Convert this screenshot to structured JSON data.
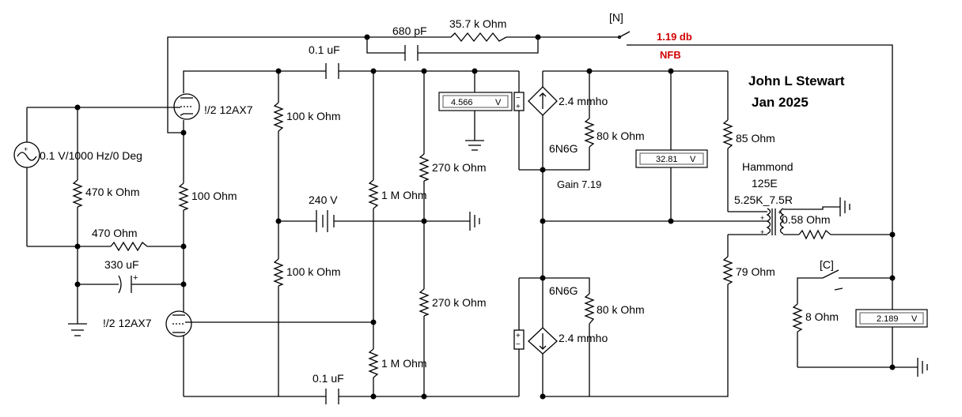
{
  "author": {
    "name": "John L Stewart",
    "date": "Jan 2025"
  },
  "nfb": {
    "switch_label": "[N]",
    "gain_db": "1.19 db",
    "label": "NFB",
    "color": "#d00000"
  },
  "components": {
    "c_680p": "680 pF",
    "r_35k7": "35.7 k Ohm",
    "c_top_01u": "0.1 uF",
    "c_bot_01u": "0.1 uF",
    "source": "0.1 V/1000 Hz/0 Deg",
    "r_470k": "470 k Ohm",
    "r_470": "470  Ohm",
    "r_100": "100  Ohm",
    "c_330u": "330 uF",
    "tube_top": "!/2 12AX7",
    "tube_bot": "!/2 12AX7",
    "r_100k_top": "100 k Ohm",
    "r_100k_bot": "100 k Ohm",
    "battery": "240 V",
    "r_1m_top": "1 M Ohm",
    "r_1m_bot": "1 M Ohm",
    "r_270k_top": "270 k Ohm",
    "r_270k_bot": "270 k Ohm",
    "gm_top": "2.4 mmho",
    "gm_bot": "2.4 mmho",
    "tube_6n6g_top": "6N6G",
    "tube_6n6g_bot": "6N6G",
    "r_80k_top": "80 k Ohm",
    "r_80k_bot": "80 k Ohm",
    "gain": "Gain  7.19",
    "r_85": "85  Ohm",
    "r_79": "79  Ohm",
    "xfmr_make": "Hammond",
    "xfmr_model": "125E",
    "xfmr_ratio": "5.25K_7.5R",
    "r_058": "0.58  Ohm",
    "switch_c": "[C]",
    "r_8": "8  Ohm"
  },
  "meters": {
    "m1": {
      "value": "4.566",
      "unit": "V"
    },
    "m2": {
      "value": "32.81",
      "unit": "V"
    },
    "m3": {
      "value": "2.189",
      "unit": "V"
    }
  }
}
